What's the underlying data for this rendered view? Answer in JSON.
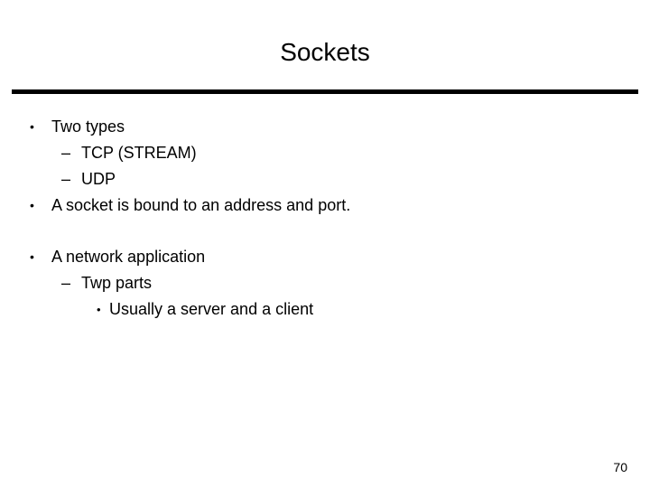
{
  "slide": {
    "title": "Sockets",
    "page_number": "70",
    "rule_color": "#000000",
    "text_color": "#000000",
    "background_color": "#ffffff",
    "bullets": [
      {
        "level": 1,
        "marker": "•",
        "text": "Two types"
      },
      {
        "level": 2,
        "marker": "–",
        "text": "TCP (STREAM)"
      },
      {
        "level": 2,
        "marker": "–",
        "text": "UDP"
      },
      {
        "level": 1,
        "marker": "•",
        "text": "A socket is bound to an address and port."
      },
      {
        "level": 0,
        "marker": "",
        "text": ""
      },
      {
        "level": 1,
        "marker": "•",
        "text": "A network application"
      },
      {
        "level": 2,
        "marker": "–",
        "text": "Twp parts"
      },
      {
        "level": 3,
        "marker": "•",
        "text": "Usually a server and a client"
      }
    ]
  }
}
